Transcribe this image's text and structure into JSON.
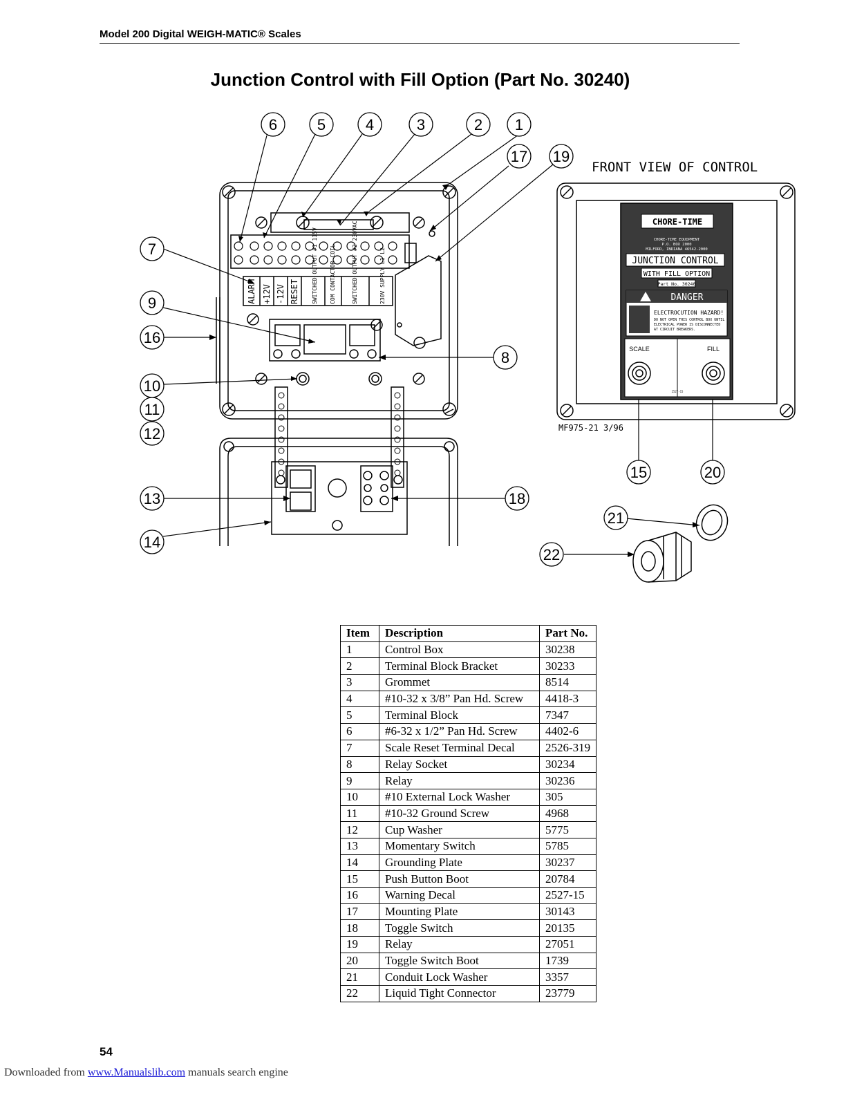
{
  "header": {
    "title": "Model 200 Digital WEIGH-MATIC® Scales"
  },
  "page_heading": "Junction Control with Fill Option (Part No. 30240)",
  "diagram": {
    "callouts": [
      "1",
      "2",
      "3",
      "4",
      "5",
      "6",
      "7",
      "8",
      "9",
      "10",
      "11",
      "12",
      "13",
      "14",
      "15",
      "16",
      "17",
      "18",
      "19",
      "20",
      "21",
      "22"
    ],
    "front_view_label": "FRONT VIEW OF CONTROL",
    "drawing_number": "MF975-21 3/96",
    "terminal_labels": [
      "ALARM",
      "+12V",
      "-12V",
      "RESET",
      "SWITCHED OUTPUT #1 115V",
      "COM CONTACTOR COIL",
      "SWITCHED OUTPUT #2 230VAC",
      "230V SUPPLY L1 L2"
    ],
    "decal": {
      "brand": "CHORE-TIME",
      "brand_sub": "CHORE-TIME EQUIPMENT",
      "address_1": "P.O. BOX 2000",
      "address_2": "MILFORD, INDIANA 46542-2000",
      "title_1": "JUNCTION CONTROL",
      "title_2": "WITH FILL OPTION",
      "part_no": "Part No. 30240",
      "danger": "DANGER",
      "hazard": "ELECTROCUTION HAZARD!",
      "warning_1": "DO NOT OPEN THIS CONTROL BOX UNTIL",
      "warning_2": "ELECTRICAL POWER IS DISCONNECTED",
      "warning_3": "AT CIRCUIT BREAKERS.",
      "scale_label": "SCALE",
      "fill_label": "FILL",
      "code": "2527-15"
    }
  },
  "parts_table": {
    "headers": [
      "Item",
      "Description",
      "Part No."
    ],
    "rows": [
      [
        "1",
        "Control Box",
        "30238"
      ],
      [
        "2",
        "Terminal Block Bracket",
        "30233"
      ],
      [
        "3",
        "Grommet",
        "8514"
      ],
      [
        "4",
        "#10-32 x 3/8” Pan Hd. Screw",
        "4418-3"
      ],
      [
        "5",
        "Terminal Block",
        "7347"
      ],
      [
        "6",
        "#6-32 x 1/2” Pan Hd. Screw",
        "4402-6"
      ],
      [
        "7",
        "Scale Reset Terminal Decal",
        "2526-319"
      ],
      [
        "8",
        "Relay Socket",
        "30234"
      ],
      [
        "9",
        "Relay",
        "30236"
      ],
      [
        "10",
        "#10 External Lock Washer",
        "305"
      ],
      [
        "11",
        "#10-32 Ground Screw",
        "4968"
      ],
      [
        "12",
        "Cup Washer",
        "5775"
      ],
      [
        "13",
        "Momentary Switch",
        "5785"
      ],
      [
        "14",
        "Grounding Plate",
        "30237"
      ],
      [
        "15",
        "Push Button Boot",
        "20784"
      ],
      [
        "16",
        "Warning Decal",
        "2527-15"
      ],
      [
        "17",
        "Mounting Plate",
        "30143"
      ],
      [
        "18",
        "Toggle Switch",
        "20135"
      ],
      [
        "19",
        "Relay",
        "27051"
      ],
      [
        "20",
        "Toggle Switch Boot",
        "1739"
      ],
      [
        "21",
        "Conduit Lock Washer",
        "3357"
      ],
      [
        "22",
        "Liquid Tight Connector",
        "23779"
      ]
    ]
  },
  "page_number": "54",
  "footer": {
    "prefix": "Downloaded from ",
    "link": "www.Manualslib.com",
    "suffix": " manuals search engine"
  }
}
